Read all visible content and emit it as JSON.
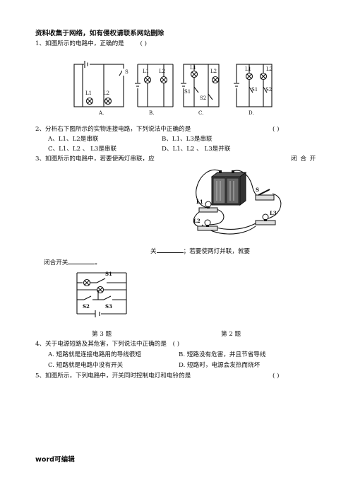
{
  "header": "资料收集于网络，如有侵权请联系网站删除",
  "q1": {
    "stem": "1、如图所示的电路中，正确的是",
    "paren": "(      )",
    "options": [
      "A.",
      "B.",
      "C.",
      "D."
    ]
  },
  "q2": {
    "stem": "2、分析右下图所示的实物连接电路，下列说法中正确的是",
    "paren": "(      )",
    "a": "A、L1、L2是串联",
    "b": "B、L1、L3是串联",
    "c": "C、L1、L2 、 L3是串联",
    "d": "D、L1、L2 、 L3是并联"
  },
  "q3": {
    "stem": "3、如图所示的电路中，若要使两灯串联，应",
    "tail": "闭 合 开",
    "line2_a": "关",
    "line2_b": "；若要使两灯并联，就要",
    "line3": "闭合开关",
    "line3_end": "。"
  },
  "captions": {
    "fig3": "第 3 题",
    "fig2": "第 2 题"
  },
  "q4": {
    "stem": "4、关于电源短路及其危害，下列说法中正确的是",
    "paren": "(      )",
    "a": "A. 短路就是连接电路用的导线很短",
    "b": "B. 短路没有危害，并且节省导线",
    "c": "C. 短路就是电路中没有开关",
    "d": "D. 短路时，电源会发热而烧坏"
  },
  "q5": {
    "stem": "5、如图所示，下列电路中，开关同时控制电灯和电铃的是",
    "paren": "(      )"
  },
  "footer": "word可编辑",
  "labels": {
    "s": "S",
    "l1": "L1",
    "l2": "L2",
    "l3": "L3",
    "s1": "S1",
    "s2": "S2",
    "s3": "S3"
  }
}
